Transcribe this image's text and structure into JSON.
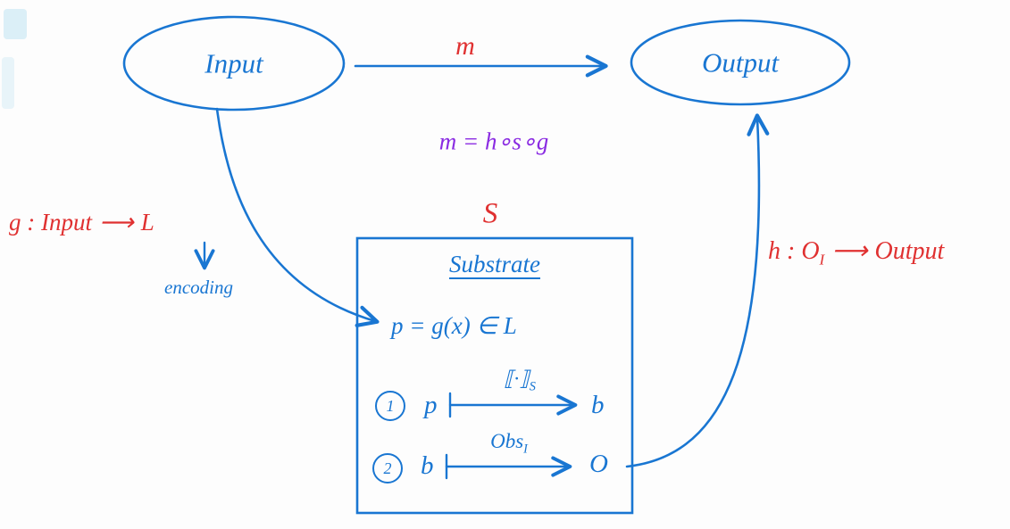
{
  "diagram": {
    "colors": {
      "blue": "#1976d2",
      "red": "#e03131",
      "purple": "#8a2be2"
    },
    "input_node": {
      "label": "Input"
    },
    "output_node": {
      "label": "Output"
    },
    "map_arrow": {
      "label": "m"
    },
    "composition": {
      "text": "m = h∘s∘g"
    },
    "encoder": {
      "fn": "g : Input",
      "arrow": "⟶",
      "codomain": "L",
      "note": "encoding",
      "down_arrow": "↓"
    },
    "substrate_box": {
      "tag": "S",
      "title": "Substrate",
      "line1": "p = g(x) ∈ L",
      "step1": {
        "num": "1",
        "from": "p",
        "label_main": "⟦·⟧",
        "label_sub": "S",
        "to": "b"
      },
      "step2": {
        "num": "2",
        "from": "b",
        "label_main": "Obs",
        "label_sub": "I",
        "to": "O"
      }
    },
    "decoder": {
      "fn": "h : O",
      "sub": "I",
      "arrow": "⟶",
      "codomain": "Output"
    }
  }
}
